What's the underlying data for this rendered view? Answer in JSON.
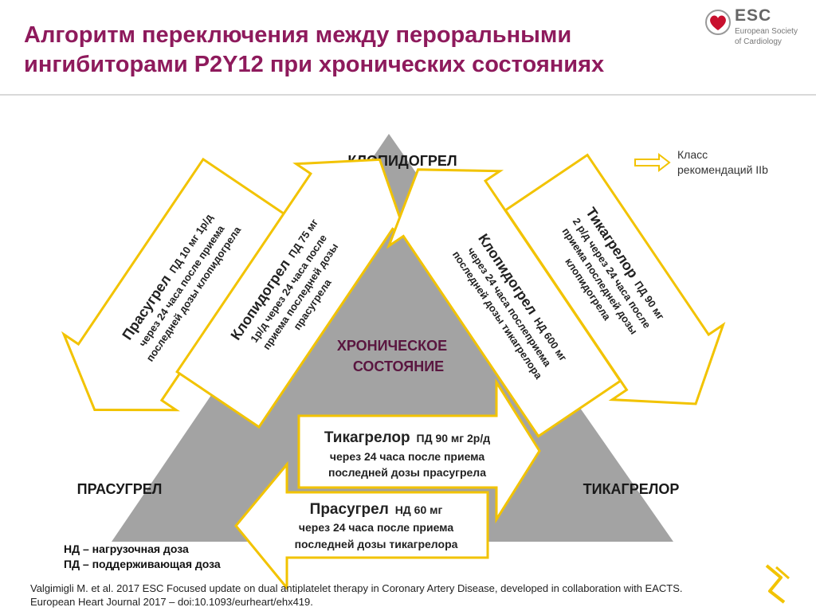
{
  "title": "Алгоритм переключения между пероральными ингибиторами P2Y12 при хронических состояниях",
  "logo": {
    "name": "ESC",
    "sub1": "European Society",
    "sub2": "of Cardiology"
  },
  "corners": {
    "top": "КЛОПИДОГРЕЛ",
    "left": "ПРАСУГРЕЛ",
    "right": "ТИКАГРЕЛОР"
  },
  "center": {
    "line1": "ХРОНИЧЕСКОЕ",
    "line2": "СОСТОЯНИЕ"
  },
  "legend": {
    "line1": "Класс",
    "line2": "рекомендаций IIb"
  },
  "arrows": {
    "clop_to_pras": {
      "drug": "Прасугрел",
      "dose": "ПД 10 мг 1р/д",
      "line2": "через 24 часа после приема",
      "line3": "последней дозы клопидогрела"
    },
    "pras_to_clop": {
      "drug": "Клопидогрел",
      "dose": "ПД 75 мг",
      "line2": "1р/д через 24 часа после",
      "line3": "приема последней дозы",
      "line4": "прасугрела"
    },
    "tic_to_clop": {
      "drug": "Клопидогрел",
      "dose": "НД 600 мг",
      "line2": "через 24 часа послеприема",
      "line3": "последней дозы тикагрелора"
    },
    "clop_to_tic": {
      "drug": "Тикагрелор",
      "dose": "ПД 90 мг",
      "line2": "2 р/д через 24 часа после",
      "line3": "приема последней дозы",
      "line4": "клопидогрела"
    },
    "pras_to_tic": {
      "drug": "Тикагрелор",
      "dose": "ПД 90 мг 2р/д",
      "line2": "через 24 часа после приема",
      "line3": "последней дозы прасугрела"
    },
    "tic_to_pras": {
      "drug": "Прасугрел",
      "dose": "НД 60 мг",
      "line2": "через 24 часа после приема",
      "line3": "последней дозы тикагрелора"
    }
  },
  "notes": {
    "line1": "НД – нагрузочная доза",
    "line2": "ПД – поддерживающая доза"
  },
  "citation": {
    "line1": "Valgimigli M. et al. 2017 ESC Focused update on dual antiplatelet therapy in Coronary Artery Disease, developed in collaboration with EACTS.",
    "line2": "European Heart Journal 2017 – doi:10.1093/eurheart/ehx419."
  },
  "colors": {
    "title": "#8e1a5c",
    "triangle": "#a3a3a3",
    "arrow_stroke": "#f2c300",
    "center_text": "#5a1640",
    "logo_red": "#c8102e"
  }
}
